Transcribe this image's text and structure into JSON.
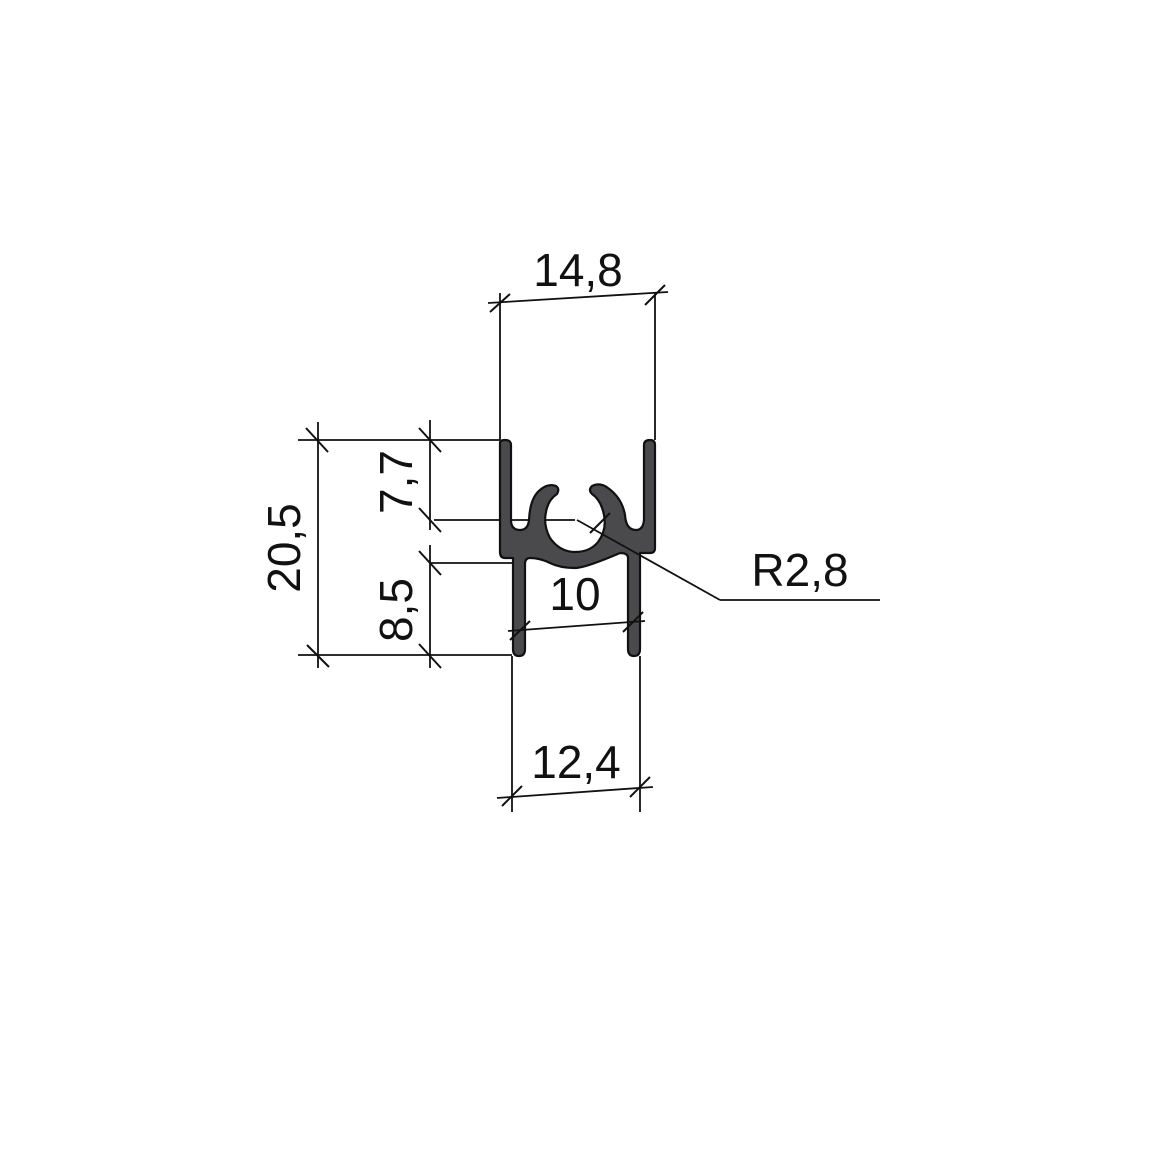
{
  "drawing": {
    "dimensions": {
      "top_width": "14,8",
      "bottom_width": "12,4",
      "inner_width": "10",
      "total_height": "20,5",
      "upper_height": "7,7",
      "lower_height": "8,5",
      "radius": "R2,8"
    },
    "colors": {
      "profile_fill": "#4a4a4c",
      "line": "#111111",
      "background": "#ffffff"
    }
  }
}
